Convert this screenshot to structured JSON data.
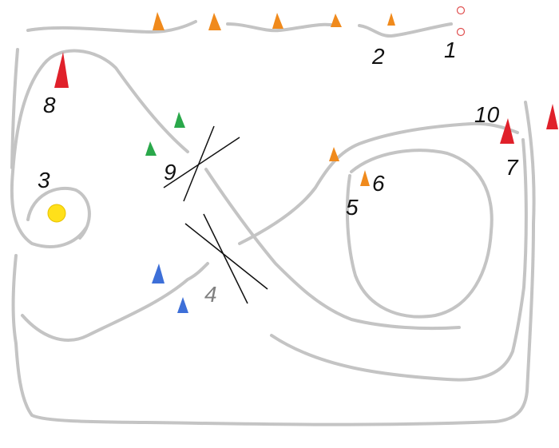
{
  "colors": {
    "track": "#c4c4c4",
    "cone_orange": "#f08a1c",
    "cone_red": "#e0202a",
    "cone_green": "#2aa84a",
    "cone_blue": "#3d6fd8",
    "marker_yellow": "#ffe01a",
    "start_circle": "#e05050",
    "cross_lines": "#111111",
    "label_default": "#111111",
    "label_grey": "#808080"
  },
  "labels": {
    "l1": "1",
    "l2": "2",
    "l3": "3",
    "l4": "4",
    "l5": "5",
    "l6": "6",
    "l7": "7",
    "l8": "8",
    "l9": "9",
    "l10": "10"
  }
}
